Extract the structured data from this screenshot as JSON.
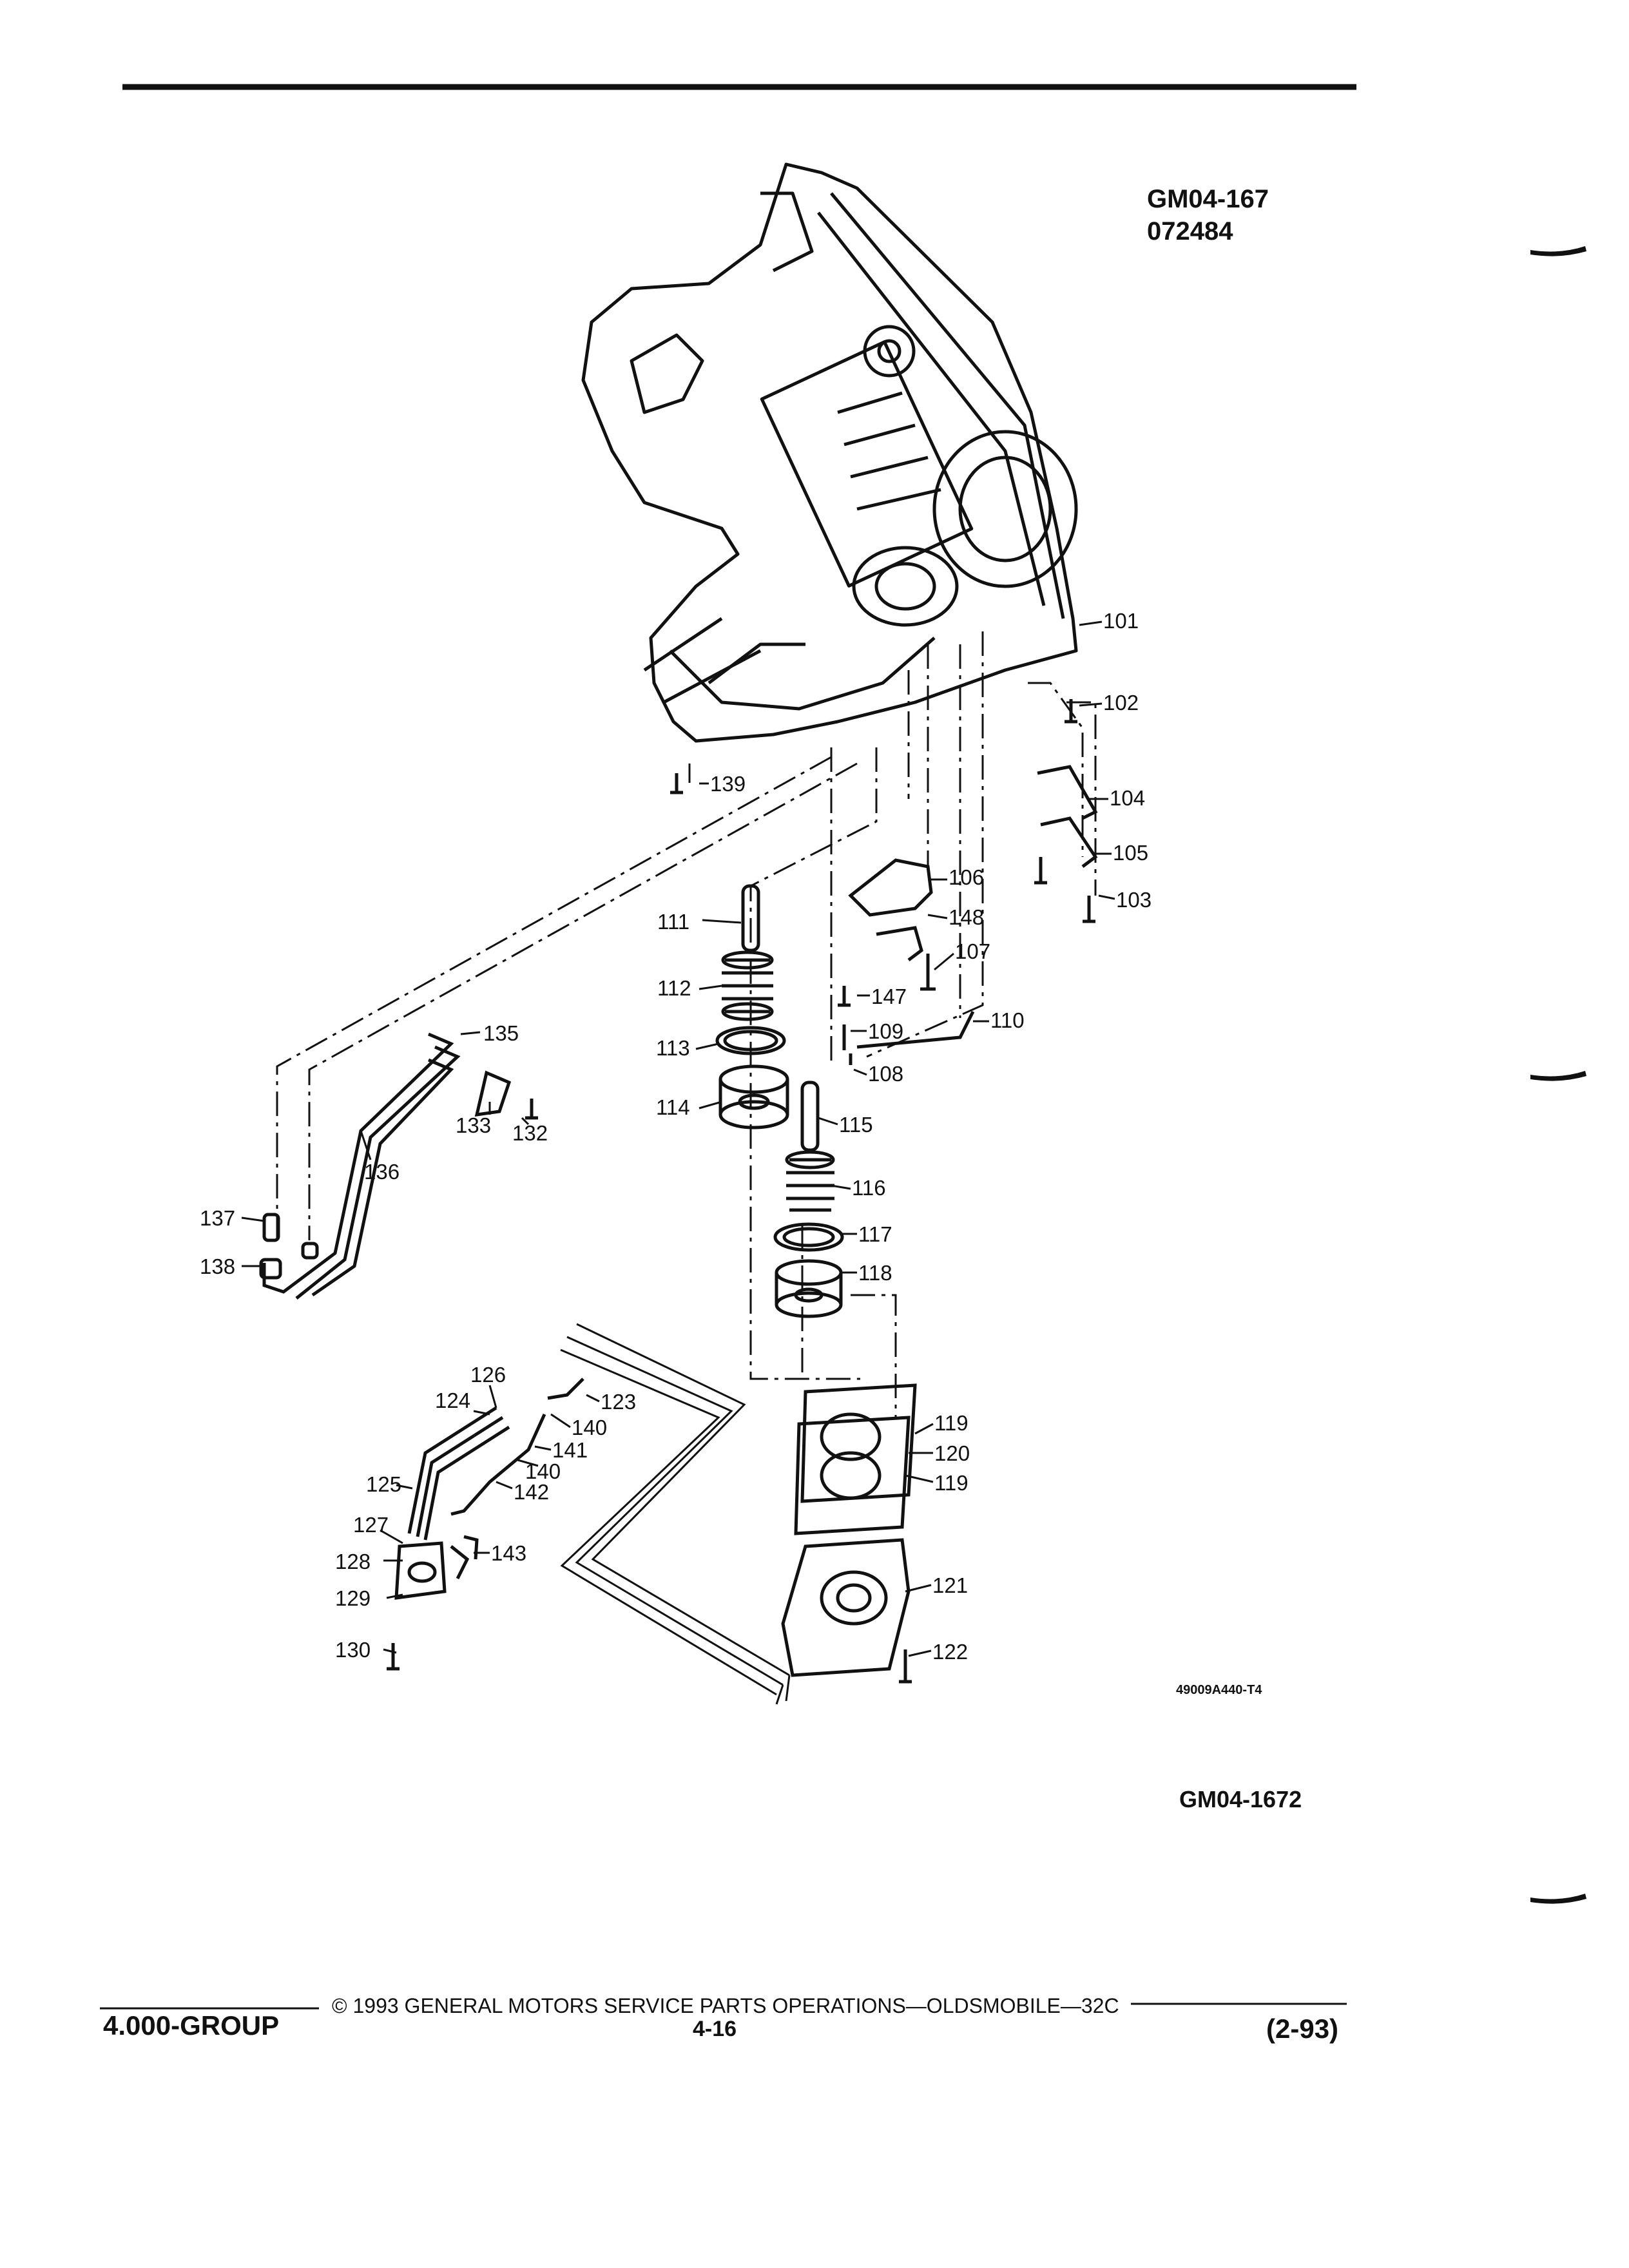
{
  "header": {
    "code_1": "GM04-167",
    "code_2": "072484"
  },
  "figure": {
    "art_number": "49009A440-T4",
    "figure_id": "GM04-1672",
    "callouts": [
      "101",
      "102",
      "103",
      "104",
      "105",
      "106",
      "107",
      "108",
      "109",
      "110",
      "111",
      "112",
      "113",
      "114",
      "115",
      "116",
      "117",
      "118",
      "119",
      "120",
      "119",
      "121",
      "122",
      "123",
      "124",
      "125",
      "126",
      "127",
      "128",
      "129",
      "130",
      "132",
      "133",
      "135",
      "136",
      "137",
      "138",
      "139",
      "140",
      "140",
      "141",
      "142",
      "143",
      "147",
      "148"
    ]
  },
  "footer": {
    "group": "4.000-GROUP",
    "copyright": "© 1993 GENERAL MOTORS SERVICE PARTS OPERATIONS—OLDSMOBILE—32C",
    "page": "4-16",
    "date": "(2-93)"
  }
}
